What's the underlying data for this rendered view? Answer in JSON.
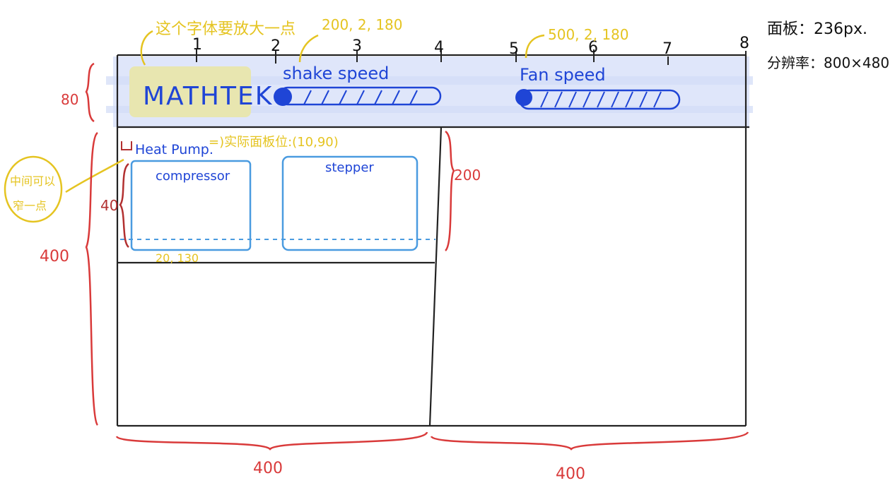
{
  "top_note_cn": "这个字体要放大一点",
  "shake_coord": "200, 2, 180",
  "fan_coord": "500, 2, 180",
  "panel_size": "面板：236px.",
  "resolution": "分辨率：800×480",
  "ruler_numbers": [
    "1",
    "2",
    "3",
    "4",
    "5",
    "6",
    "7",
    "8"
  ],
  "header": {
    "brand": "MATHTEK",
    "shake_label": "shake speed",
    "fan_label": "Fan speed"
  },
  "dims": {
    "header_height": "80",
    "body_height": "400",
    "box_height": "40",
    "right_height": "200",
    "bottom_left": "400",
    "bottom_right": "400"
  },
  "heat_pump": {
    "label": "Heat Pump.",
    "note": "=)实际面板位:(10,90)",
    "compressor": "compressor",
    "stepper": "stepper",
    "bottom_coord": "20, 130"
  },
  "side_note": {
    "line1": "中间可以",
    "line2": "窄一点"
  }
}
